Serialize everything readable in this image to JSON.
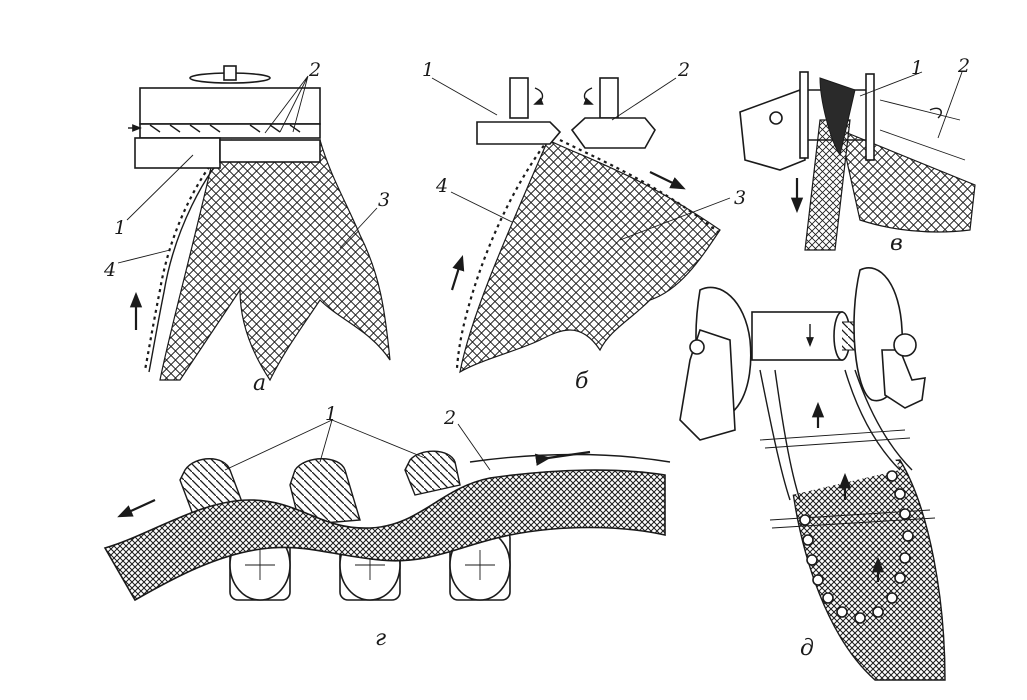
{
  "panels": {
    "a": {
      "caption": "а",
      "callouts": [
        "1",
        "2",
        "3",
        "4"
      ]
    },
    "b": {
      "caption": "б",
      "callouts": [
        "1",
        "2",
        "3",
        "4"
      ]
    },
    "v": {
      "caption": "в",
      "callouts": [
        "1",
        "2"
      ]
    },
    "g": {
      "caption": "г",
      "callouts": [
        "1",
        "2"
      ]
    },
    "d": {
      "caption": "д",
      "callouts": []
    }
  },
  "colors": {
    "ink": "#1a1a1a",
    "paper": "#ffffff"
  }
}
